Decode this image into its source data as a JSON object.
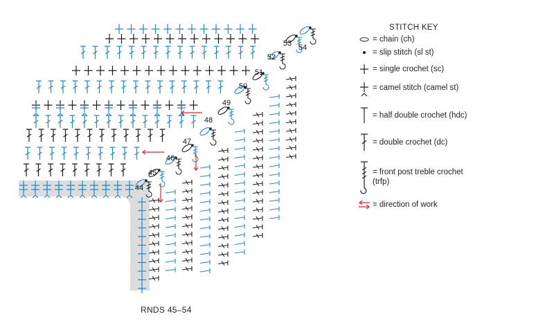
{
  "figure": {
    "caption": "RNDS 45–54",
    "round_labels": [
      "44",
      "45",
      "46",
      "47",
      "48",
      "49",
      "50",
      "51",
      "52",
      "53",
      "54"
    ]
  },
  "stitch_key": {
    "title": "STITCH KEY",
    "items": [
      {
        "icon": "chain-oval-icon",
        "label": "= chain (ch)"
      },
      {
        "icon": "dot-icon",
        "label": "= slip stitch (sl st)"
      },
      {
        "icon": "plus-icon",
        "label": "= single crochet (sc)"
      },
      {
        "icon": "plus-caret-icon",
        "label": "= camel stitch (camel st)"
      },
      {
        "icon": "hdc-t-icon",
        "label": "= half double crochet (hdc)"
      },
      {
        "icon": "dc-slash-icon",
        "label": "= double crochet (dc)"
      },
      {
        "icon": "trfp-hook-icon",
        "label": "= front post treble crochet (trfp)"
      },
      {
        "icon": "red-arrows-icon",
        "label": "= direction of work"
      }
    ]
  },
  "colors": {
    "blue": "#1e88c9",
    "black": "#1a1a1a",
    "red": "#e8232a",
    "gray": "#dcdcdc"
  }
}
